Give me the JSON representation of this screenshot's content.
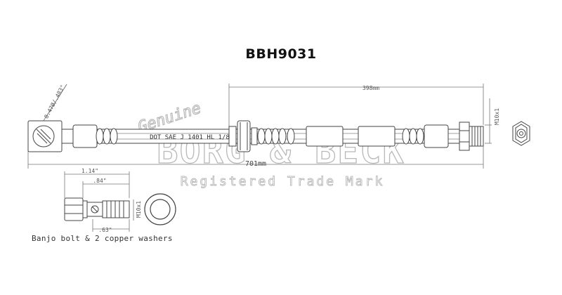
{
  "part_number": "BBH9031",
  "dimensions": {
    "hose_length": "701mm",
    "bracket_offset": "398mm",
    "end_fitting_thread": "M10x1",
    "banjo_eye": "8.47Ø/.483\"",
    "bolt_overall": "1.14\"",
    "bolt_shank": ".84\"",
    "bolt_head": ".63\"",
    "bolt_thread": "M10x1"
  },
  "hose_marking": "DOT SAE J 1401 HL 1/8",
  "watermark": {
    "script": "Genuine",
    "brand": "BORG & BECK",
    "subtitle": "Registered Trade Mark"
  },
  "caption": "Banjo bolt & 2 copper washers",
  "colors": {
    "line": "#444444",
    "dim": "#777777",
    "watermark": "#b8b8b8"
  }
}
